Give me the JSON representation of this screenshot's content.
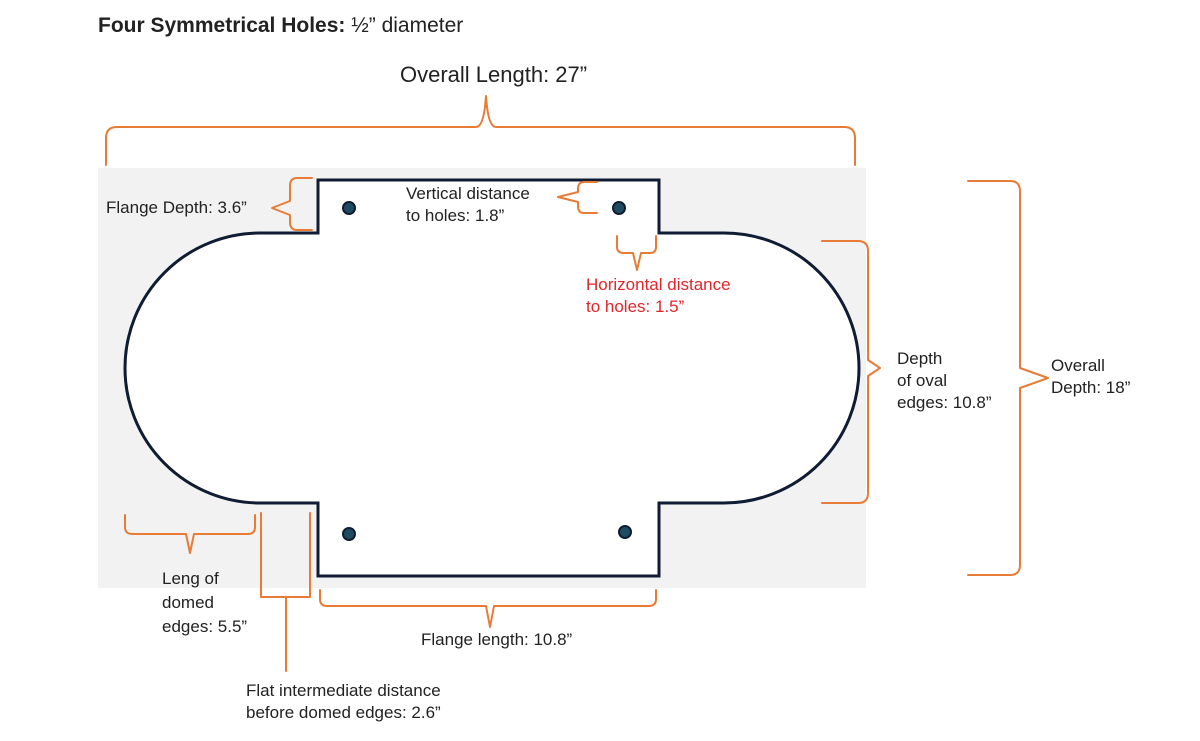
{
  "title": {
    "bold": "Four Symmetrical Holes:",
    "rest": " ½” diameter"
  },
  "labels": {
    "overall_length": "Overall Length: 27”",
    "flange_depth": "Flange Depth: 3.6”",
    "vertical_distance": "Vertical distance\nto holes: 1.8”",
    "horizontal_distance": "Horizontal distance\nto holes: 1.5”",
    "oval_depth": "Depth\nof oval\nedges: 10.8”",
    "overall_depth": "Overall\nDepth: 18”",
    "domed_length": "Leng of\ndomed\nedges: 5.5”",
    "flange_length": "Flange length: 10.8”",
    "flat_distance": "Flat intermediate distance\nbefore domed edges: 2.6”"
  },
  "colors": {
    "text": "#222222",
    "highlight_text": "#e0262b",
    "bracket": "#e87b35",
    "outline": "#0f1c33",
    "hole_fill": "#1f4b61",
    "panel": "#f2f2f2",
    "shape_fill": "#ffffff"
  }
}
